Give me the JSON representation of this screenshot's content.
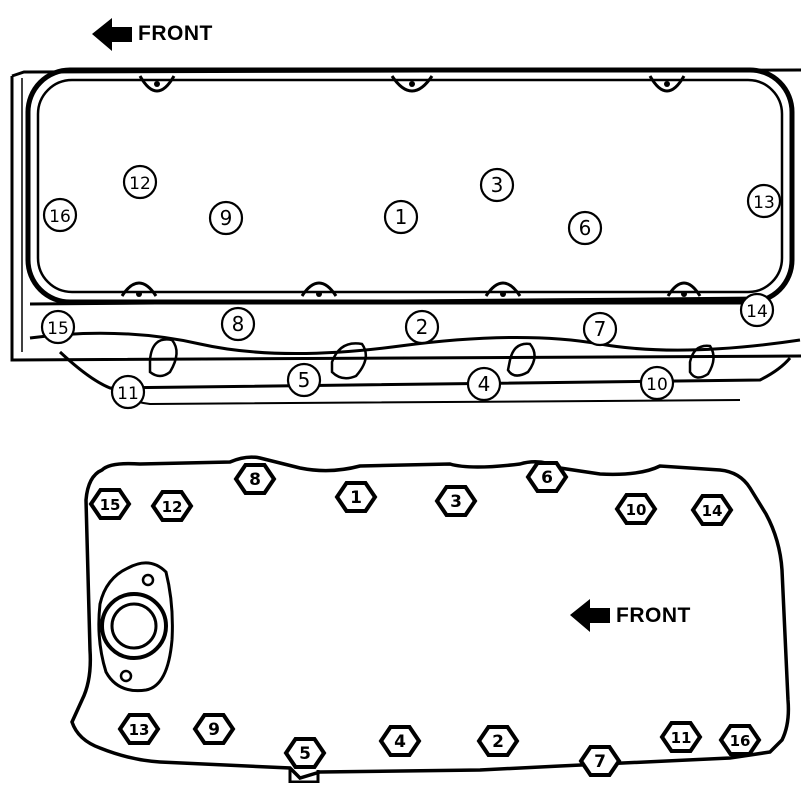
{
  "labels": {
    "front_top": "FRONT",
    "front_bottom": "FRONT"
  },
  "cylinder_head": {
    "bolt_numbers": [
      "1",
      "2",
      "3",
      "4",
      "5",
      "6",
      "7",
      "8",
      "9",
      "10",
      "11",
      "12",
      "13",
      "14",
      "15",
      "16"
    ]
  },
  "oil_pan": {
    "bolt_numbers": [
      "1",
      "2",
      "3",
      "4",
      "5",
      "6",
      "7",
      "8",
      "9",
      "10",
      "11",
      "12",
      "13",
      "14",
      "15",
      "16"
    ]
  },
  "colors": {
    "ink": "#000000",
    "paper": "#ffffff"
  }
}
